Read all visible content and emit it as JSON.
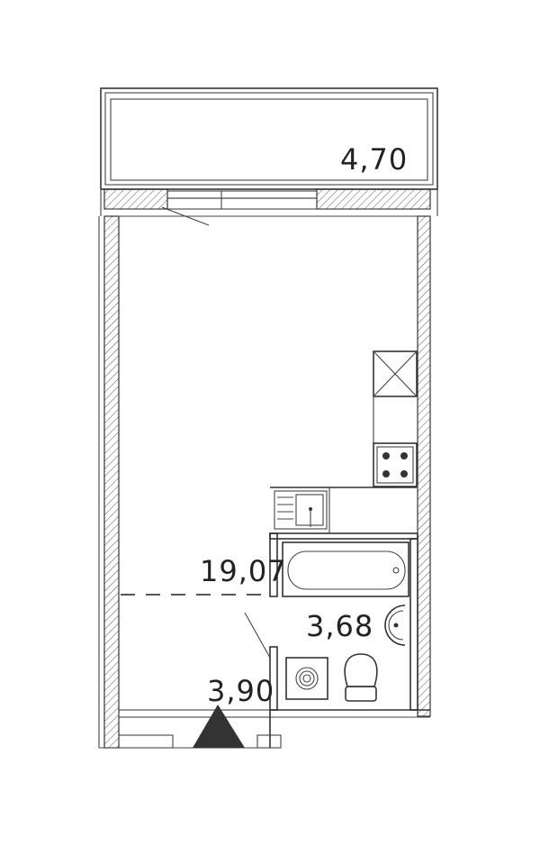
{
  "rooms": {
    "balcony": {
      "area": "4,70"
    },
    "living": {
      "area": "19,07"
    },
    "bathroom": {
      "area": "3,68"
    },
    "hallway": {
      "area": "3,90"
    }
  },
  "colors": {
    "line": "#333333",
    "entrance_marker": "#333333",
    "background": "#ffffff"
  },
  "fixtures": [
    "wardrobe-cross",
    "stove",
    "kitchen-sink",
    "bathtub",
    "washbasin",
    "washing-machine",
    "toilet",
    "entrance-arrow"
  ]
}
